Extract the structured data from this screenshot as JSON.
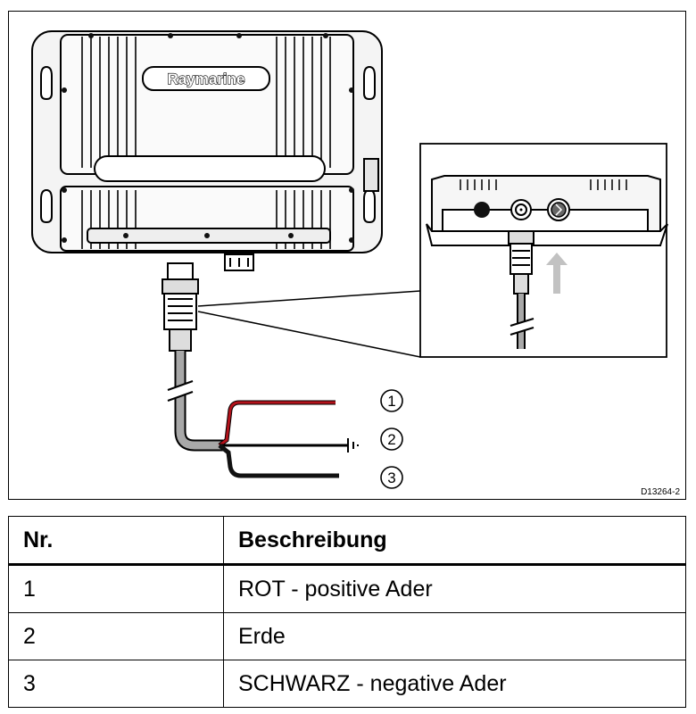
{
  "figure": {
    "brand_logo_text": "Raymarine",
    "drawing_id": "D13264-2",
    "callouts": [
      "1",
      "2",
      "3"
    ],
    "icons": [
      "ground-symbol-icon",
      "power-port-icon",
      "network-port-icon",
      "insert-arrow-icon"
    ],
    "wire_colors": {
      "red": "#b3121b",
      "black": "#111111",
      "cable_gray": "#a8a8a8"
    }
  },
  "table": {
    "headers": [
      "Nr.",
      "Beschreibung"
    ],
    "rows": [
      {
        "nr": "1",
        "description": "ROT - positive Ader"
      },
      {
        "nr": "2",
        "description": "Erde"
      },
      {
        "nr": "3",
        "description": "SCHWARZ - negative Ader"
      }
    ]
  }
}
